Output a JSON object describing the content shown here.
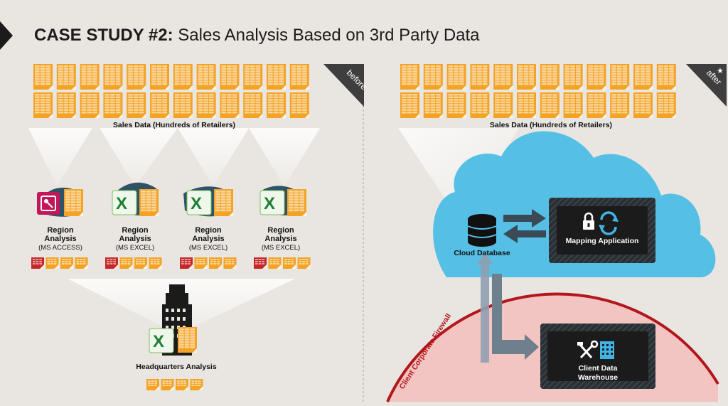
{
  "title": {
    "bold": "CASE STUDY #2:",
    "rest": " Sales Analysis Based on 3rd Party Data"
  },
  "before": {
    "tag": "before",
    "sales_label": "Sales Data (Hundreds of Retailers)",
    "regions": [
      {
        "title": "Region",
        "title2": "Analysis",
        "sub": "(MS ACCESS)",
        "app": "access"
      },
      {
        "title": "Region",
        "title2": "Analysis",
        "sub": "(MS EXCEL)",
        "app": "excel"
      },
      {
        "title": "Region",
        "title2": "Analysis",
        "sub": "(MS EXCEL)",
        "app": "excel"
      },
      {
        "title": "Region",
        "title2": "Analysis",
        "sub": "(MS EXCEL)",
        "app": "excel"
      }
    ],
    "hq_label": "Headquarters Analysis"
  },
  "after": {
    "tag": "after",
    "sales_label": "Sales Data (Hundreds of Retailers)",
    "cloud_db": "Cloud Database",
    "mapping_app": "Mapping Application",
    "firewall": "Client Corporate Firewall",
    "warehouse_1": "Client Data",
    "warehouse_2": "Warehouse"
  },
  "colors": {
    "orange": "#f4a324",
    "red": "#c62828",
    "cloud": "#56bfe6",
    "firewall": "#f2c4c2",
    "dark": "#1b1b1b"
  }
}
